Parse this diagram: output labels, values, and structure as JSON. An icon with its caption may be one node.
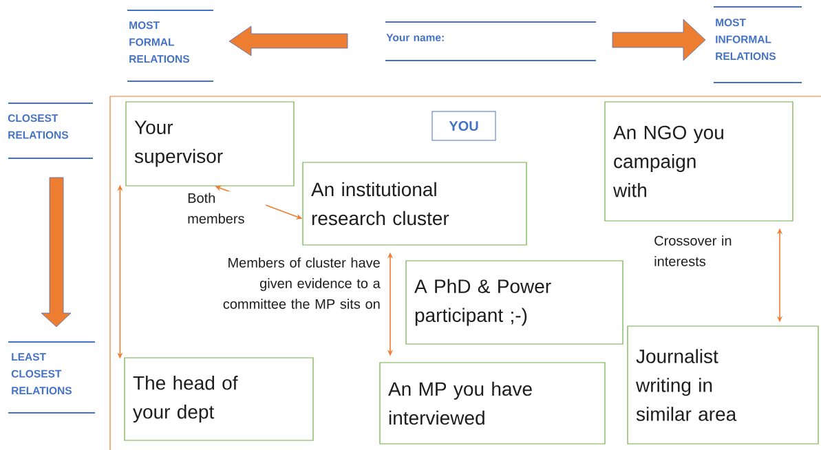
{
  "diagram": {
    "nodes": [
      {
        "text": [
          "YOU"
        ]
      },
      {
        "text": [
          "Your supervisor"
        ]
      },
      {
        "text": [
          "An institutional research cluster"
        ]
      },
      {
        "text": [
          "An NGO you campaign with"
        ]
      },
      {
        "text": [
          "A PhD & Power participant ;-)"
        ]
      },
      {
        "text": [
          "The head of your dept"
        ]
      },
      {
        "text": [
          "An MP you have interviewed"
        ]
      },
      {
        "text": [
          "Journalist writing in similar area"
        ]
      }
    ],
    "edges": [
      {
        "from": 1,
        "to": 2,
        "arrow": "both",
        "label": "Both members"
      },
      {
        "from": 1,
        "to": 5,
        "arrow": "both"
      },
      {
        "from": 2,
        "to": 6,
        "arrow": "both",
        "label": "Members of cluster have given evidence to a committee the MP sits on"
      },
      {
        "from": 3,
        "to": 7,
        "arrow": "both",
        "label": "Crossover in interests"
      }
    ],
    "labels": [
      "MOST FORMAL RELATIONS",
      "Your name:",
      "MOST INFORMAL RELATIONS",
      "CLOSEST RELATIONS",
      "LEAST CLOSEST RELATIONS"
    ]
  }
}
